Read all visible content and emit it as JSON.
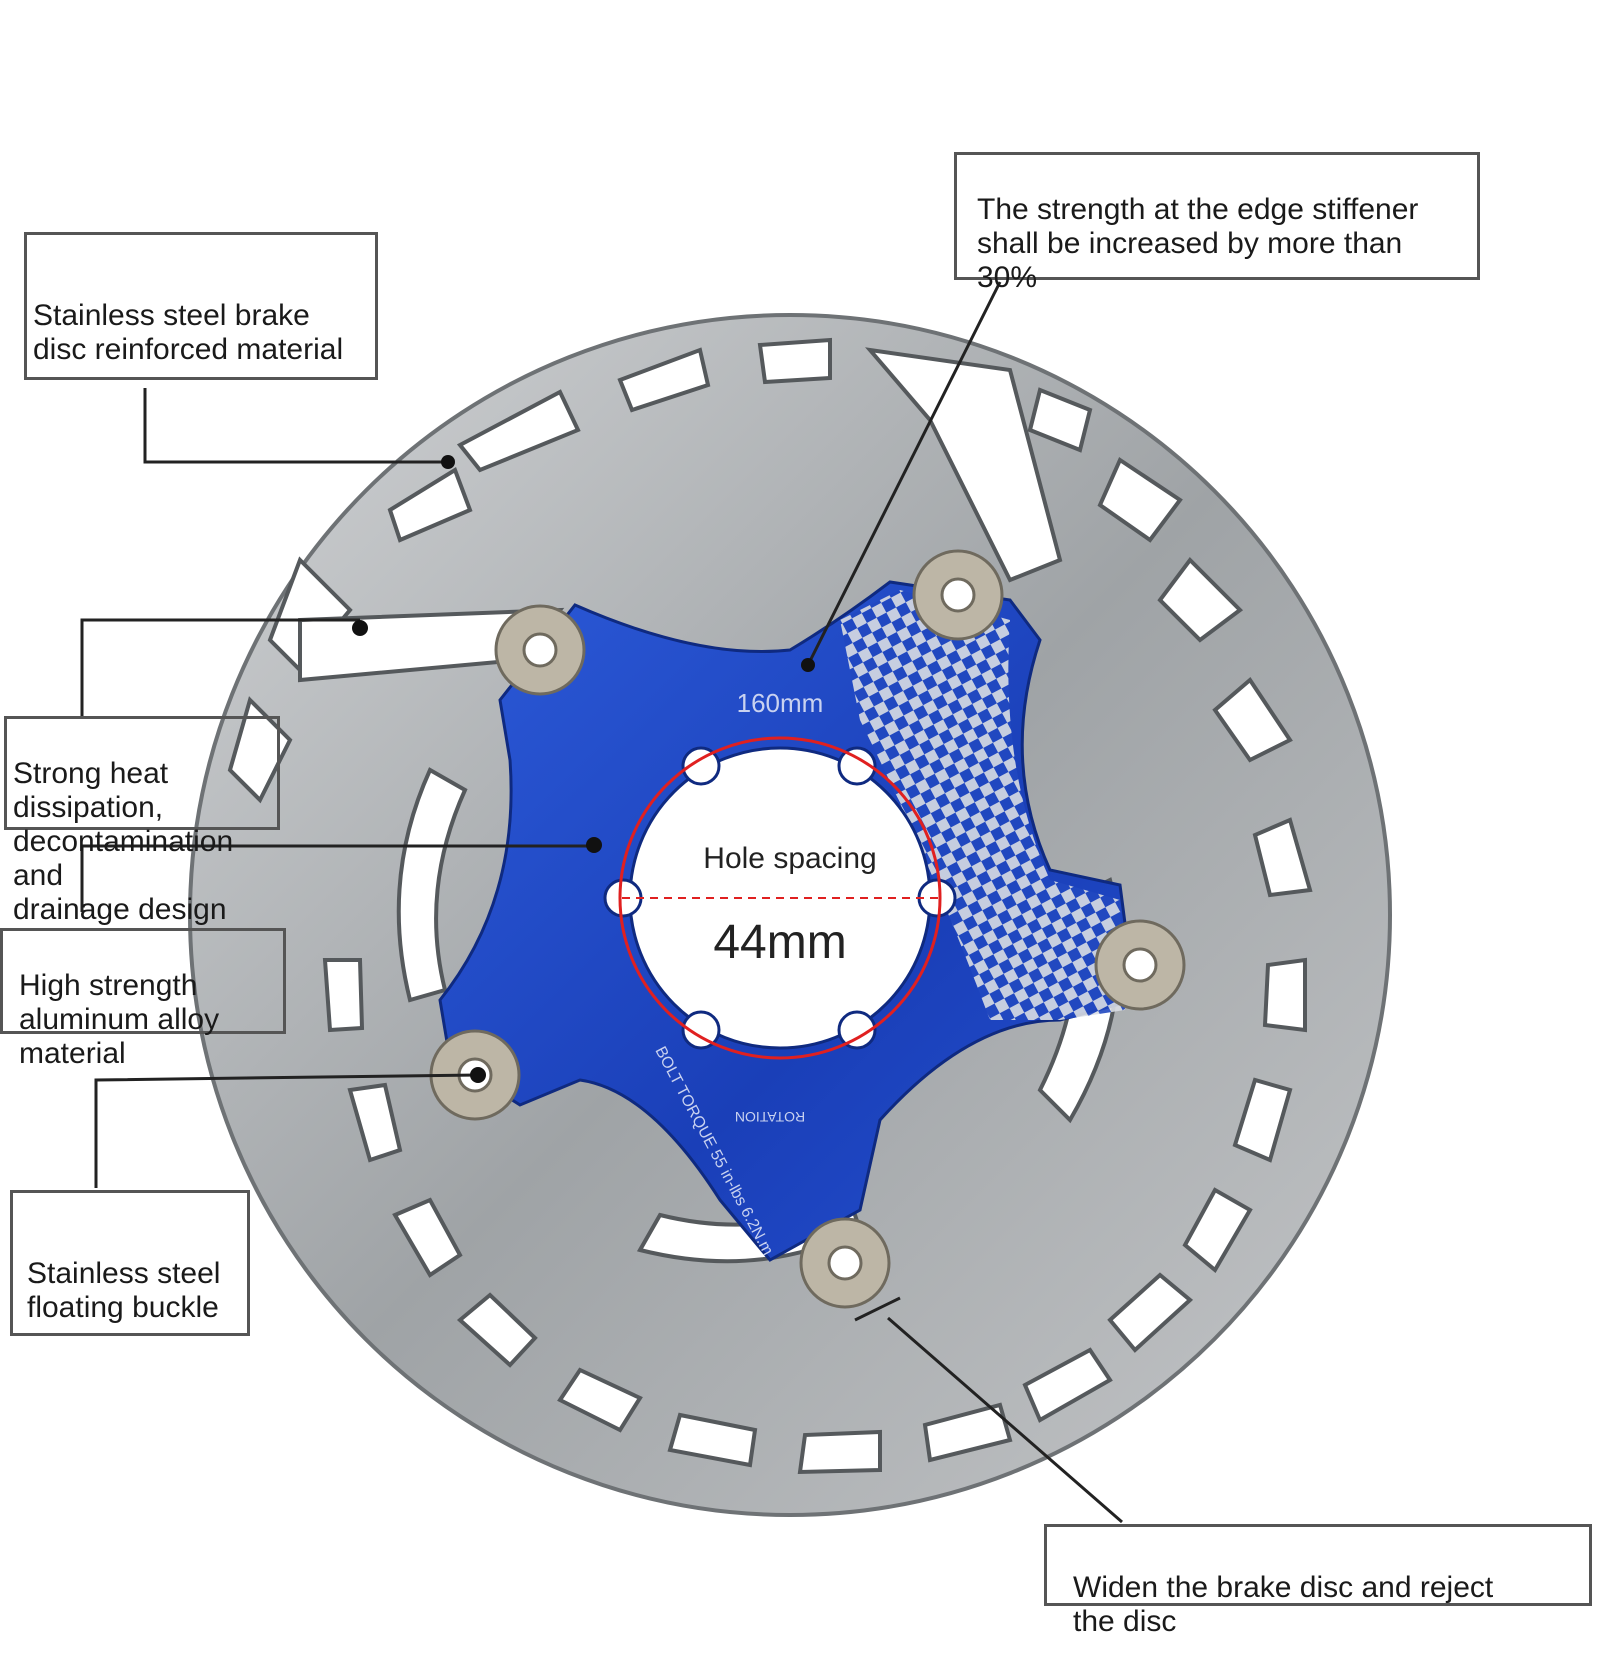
{
  "callouts": {
    "stainless_material": "Stainless steel brake\ndisc reinforced material",
    "edge_stiffener": "The strength at the edge stiffener\nshall be increased by more than\n30%",
    "heat_dissipation": "Strong heat dissipation,\ndecontamination and\ndrainage design",
    "aluminum_alloy": "High strength\naluminum alloy\nmaterial",
    "floating_buckle": "Stainless steel\nfloating buckle",
    "widen_disc": "Widen the brake disc and reject\nthe disc"
  },
  "disc": {
    "size_label": "160mm",
    "hole_spacing_label": "Hole spacing",
    "hole_spacing_value": "44mm",
    "rotation_label": "ROTATION",
    "torque_label": "BOLT TORQUE 55 in-lbs 6.2N.m"
  },
  "colors": {
    "carrier_blue": "#1f48c8",
    "steel": "#a9acaf",
    "rivet": "#bdb6a6",
    "highlight_circle": "#e02020",
    "callout_border": "#555555"
  }
}
